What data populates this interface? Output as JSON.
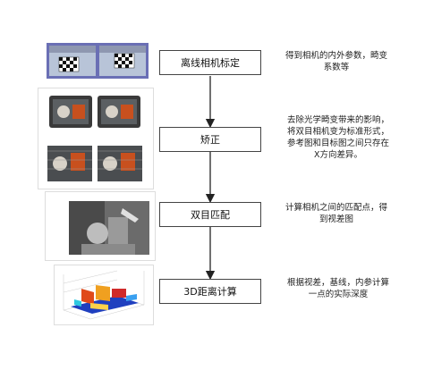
{
  "steps": [
    {
      "label": "离线相机标定",
      "desc_lines": [
        "得到相机的内外参数，畸变",
        "系数等"
      ]
    },
    {
      "label": "矫正",
      "desc_lines": [
        "去除光学畸变带来的影响，",
        "将双目相机变为标准形式，",
        "参考图和目标图之间只存在",
        "X方向差异。"
      ]
    },
    {
      "label": "双目匹配",
      "desc_lines": [
        "计算相机之间的匹配点，得",
        "到视差图"
      ]
    },
    {
      "label": "3D距离计算",
      "desc_lines": [
        "根据视差，基线，内参计算",
        "一点的实际深度"
      ]
    }
  ],
  "thumbnails": [
    {
      "name": "calibration-images",
      "desc": "checkerboard"
    },
    {
      "name": "rectified-images",
      "desc": "rectified stereo pairs"
    },
    {
      "name": "disparity-map",
      "desc": "grayscale disparity"
    },
    {
      "name": "depth-surface-3d",
      "desc": "3d surface plot"
    }
  ]
}
